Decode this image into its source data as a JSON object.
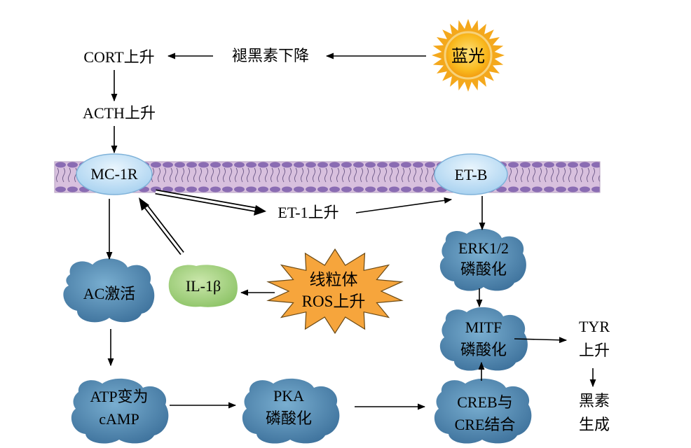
{
  "colors": {
    "membrane_band": "#d6bcdc",
    "membrane_lipid": "#7d5fa8",
    "receptor_fill": "#c9e5f8",
    "receptor_stroke": "#7fb2d9",
    "blob_fill": "#5a8fb4",
    "blob_dark": "#3d6f97",
    "il1b_fill": "#a8d286",
    "burst_fill": "#f6a53c",
    "sun_fill": "#f8b61c",
    "sun_ray": "#f4a81c"
  },
  "nodes": {
    "blue_light": "蓝光",
    "melatonin_down": "褪黑素下降",
    "cort_up": "CORT上升",
    "acth_up": "ACTH上升",
    "mc1r": "MC-1R",
    "etb": "ET-B",
    "et1_up": "ET-1上升",
    "ac_active": "AC激活",
    "il1b": "IL-1β",
    "mito_ros": [
      "线粒体",
      "ROS上升"
    ],
    "erk": [
      "ERK1/2",
      "磷酸化"
    ],
    "mitf": [
      "MITF",
      "磷酸化"
    ],
    "tyr": [
      "TYR",
      "上升"
    ],
    "atp_camp": [
      "ATP变为",
      "cAMP"
    ],
    "pka": [
      "PKA",
      "磷酸化"
    ],
    "creb": [
      "CREB与",
      "CRE结合"
    ],
    "melanin": [
      "黑素",
      "生成"
    ]
  }
}
